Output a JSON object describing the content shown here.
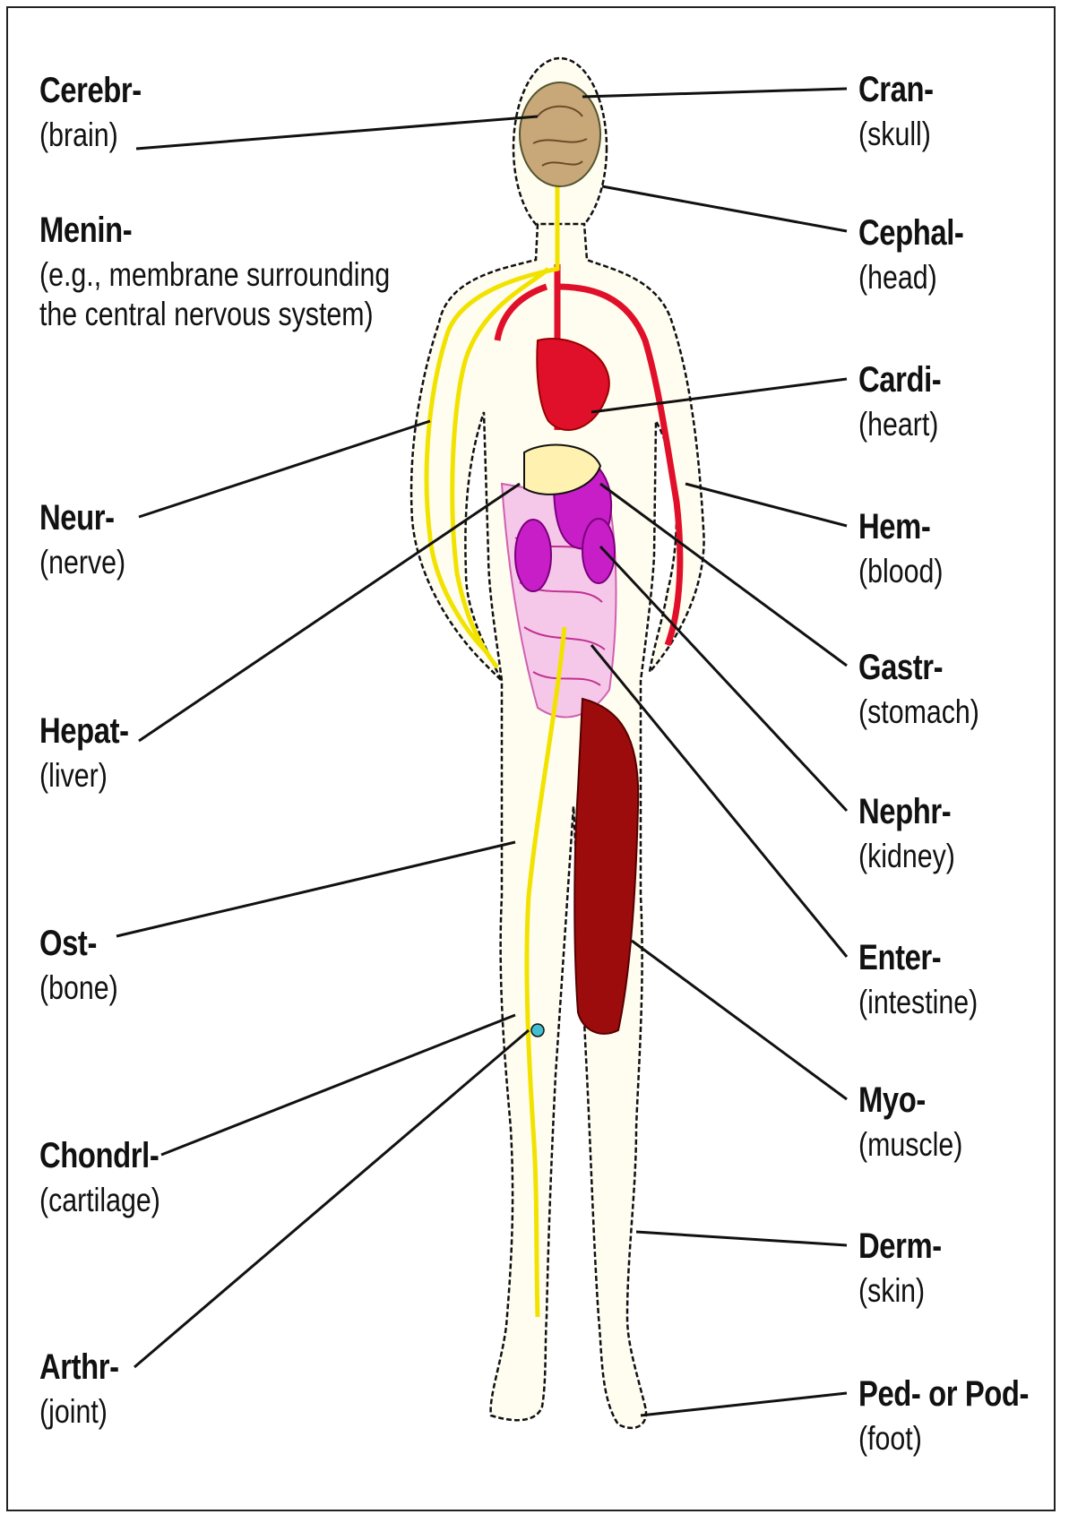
{
  "labels": {
    "cerebr": {
      "prefix": "Cerebr-",
      "meaning": "(brain)"
    },
    "menin": {
      "prefix": "Menin-",
      "meaning_lines": [
        "(e.g., membrane surrounding",
        "the central nervous system)"
      ]
    },
    "neur": {
      "prefix": "Neur-",
      "meaning": "(nerve)"
    },
    "hepat": {
      "prefix": "Hepat-",
      "meaning": "(liver)"
    },
    "ost": {
      "prefix": "Ost-",
      "meaning": "(bone)"
    },
    "chondri": {
      "prefix": "Chondrl-",
      "meaning": "(cartilage)"
    },
    "arthr": {
      "prefix": "Arthr-",
      "meaning": "(joint)"
    },
    "cran": {
      "prefix": "Cran-",
      "meaning": "(skull)"
    },
    "cephal": {
      "prefix": "Cephal-",
      "meaning": "(head)"
    },
    "cardi": {
      "prefix": "Cardi-",
      "meaning": "(heart)"
    },
    "hem": {
      "prefix": "Hem-",
      "meaning": "(blood)"
    },
    "gastr": {
      "prefix": "Gastr-",
      "meaning": "(stomach)"
    },
    "nephr": {
      "prefix": "Nephr-",
      "meaning": "(kidney)"
    },
    "enter": {
      "prefix": "Enter-",
      "meaning": "(intestine)"
    },
    "myo": {
      "prefix": "Myo-",
      "meaning": "(muscle)"
    },
    "derm": {
      "prefix": "Derm-",
      "meaning": "(skin)"
    },
    "ped": {
      "prefix": "Ped- or Pod-",
      "meaning": "(foot)"
    }
  },
  "colors": {
    "nerve": "#f2e200",
    "blood": "#e0102a",
    "stomach": "#c020c0",
    "muscle": "#a01010",
    "intestine": "#f0b8e0",
    "outline": "#111111",
    "skin": "#fff6c8"
  },
  "icons": {
    "figure": "human-body-figure-icon"
  }
}
